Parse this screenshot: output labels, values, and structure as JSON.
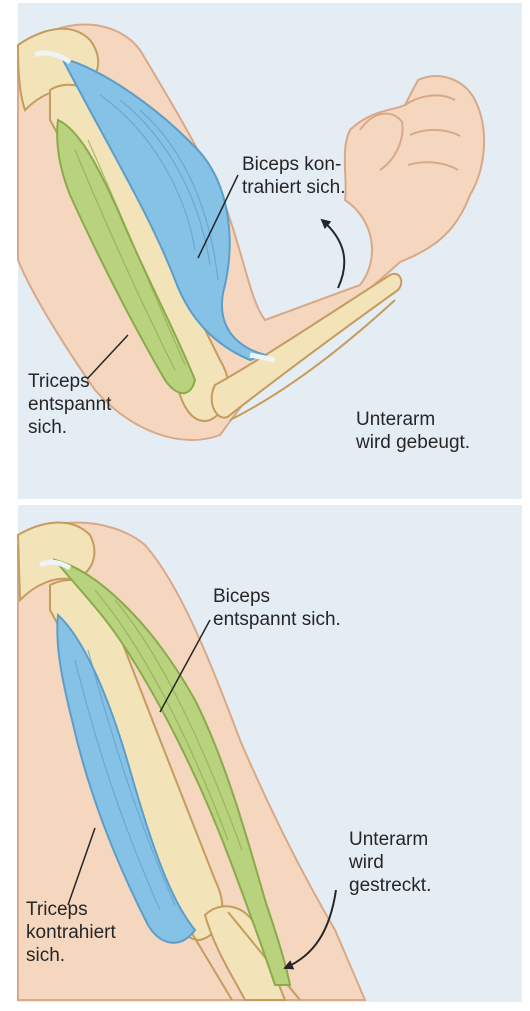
{
  "panels": [
    {
      "id": "flexion",
      "biceps_label": [
        "Biceps kon-",
        "trahiert sich."
      ],
      "triceps_label": [
        "Triceps",
        "entspannt",
        "sich."
      ],
      "forearm_label": [
        "Unterarm",
        "wird gebeugt."
      ]
    },
    {
      "id": "extension",
      "biceps_label": [
        "Biceps",
        "entspannt sich."
      ],
      "triceps_label": [
        "Triceps",
        "kontrahiert",
        "sich."
      ],
      "forearm_label": [
        "Unterarm",
        "wird",
        "gestreckt."
      ]
    }
  ],
  "colors": {
    "background": "#e5edf4",
    "skin": "#f5d7bf",
    "skin_outline": "#d8a988",
    "bone": "#f3e3b9",
    "bone_outline": "#c49c5e",
    "contracted_muscle": "#86c2e6",
    "relaxed_muscle": "#b9d27e",
    "tendon": "#eef3f6",
    "label_text": "#262626"
  }
}
